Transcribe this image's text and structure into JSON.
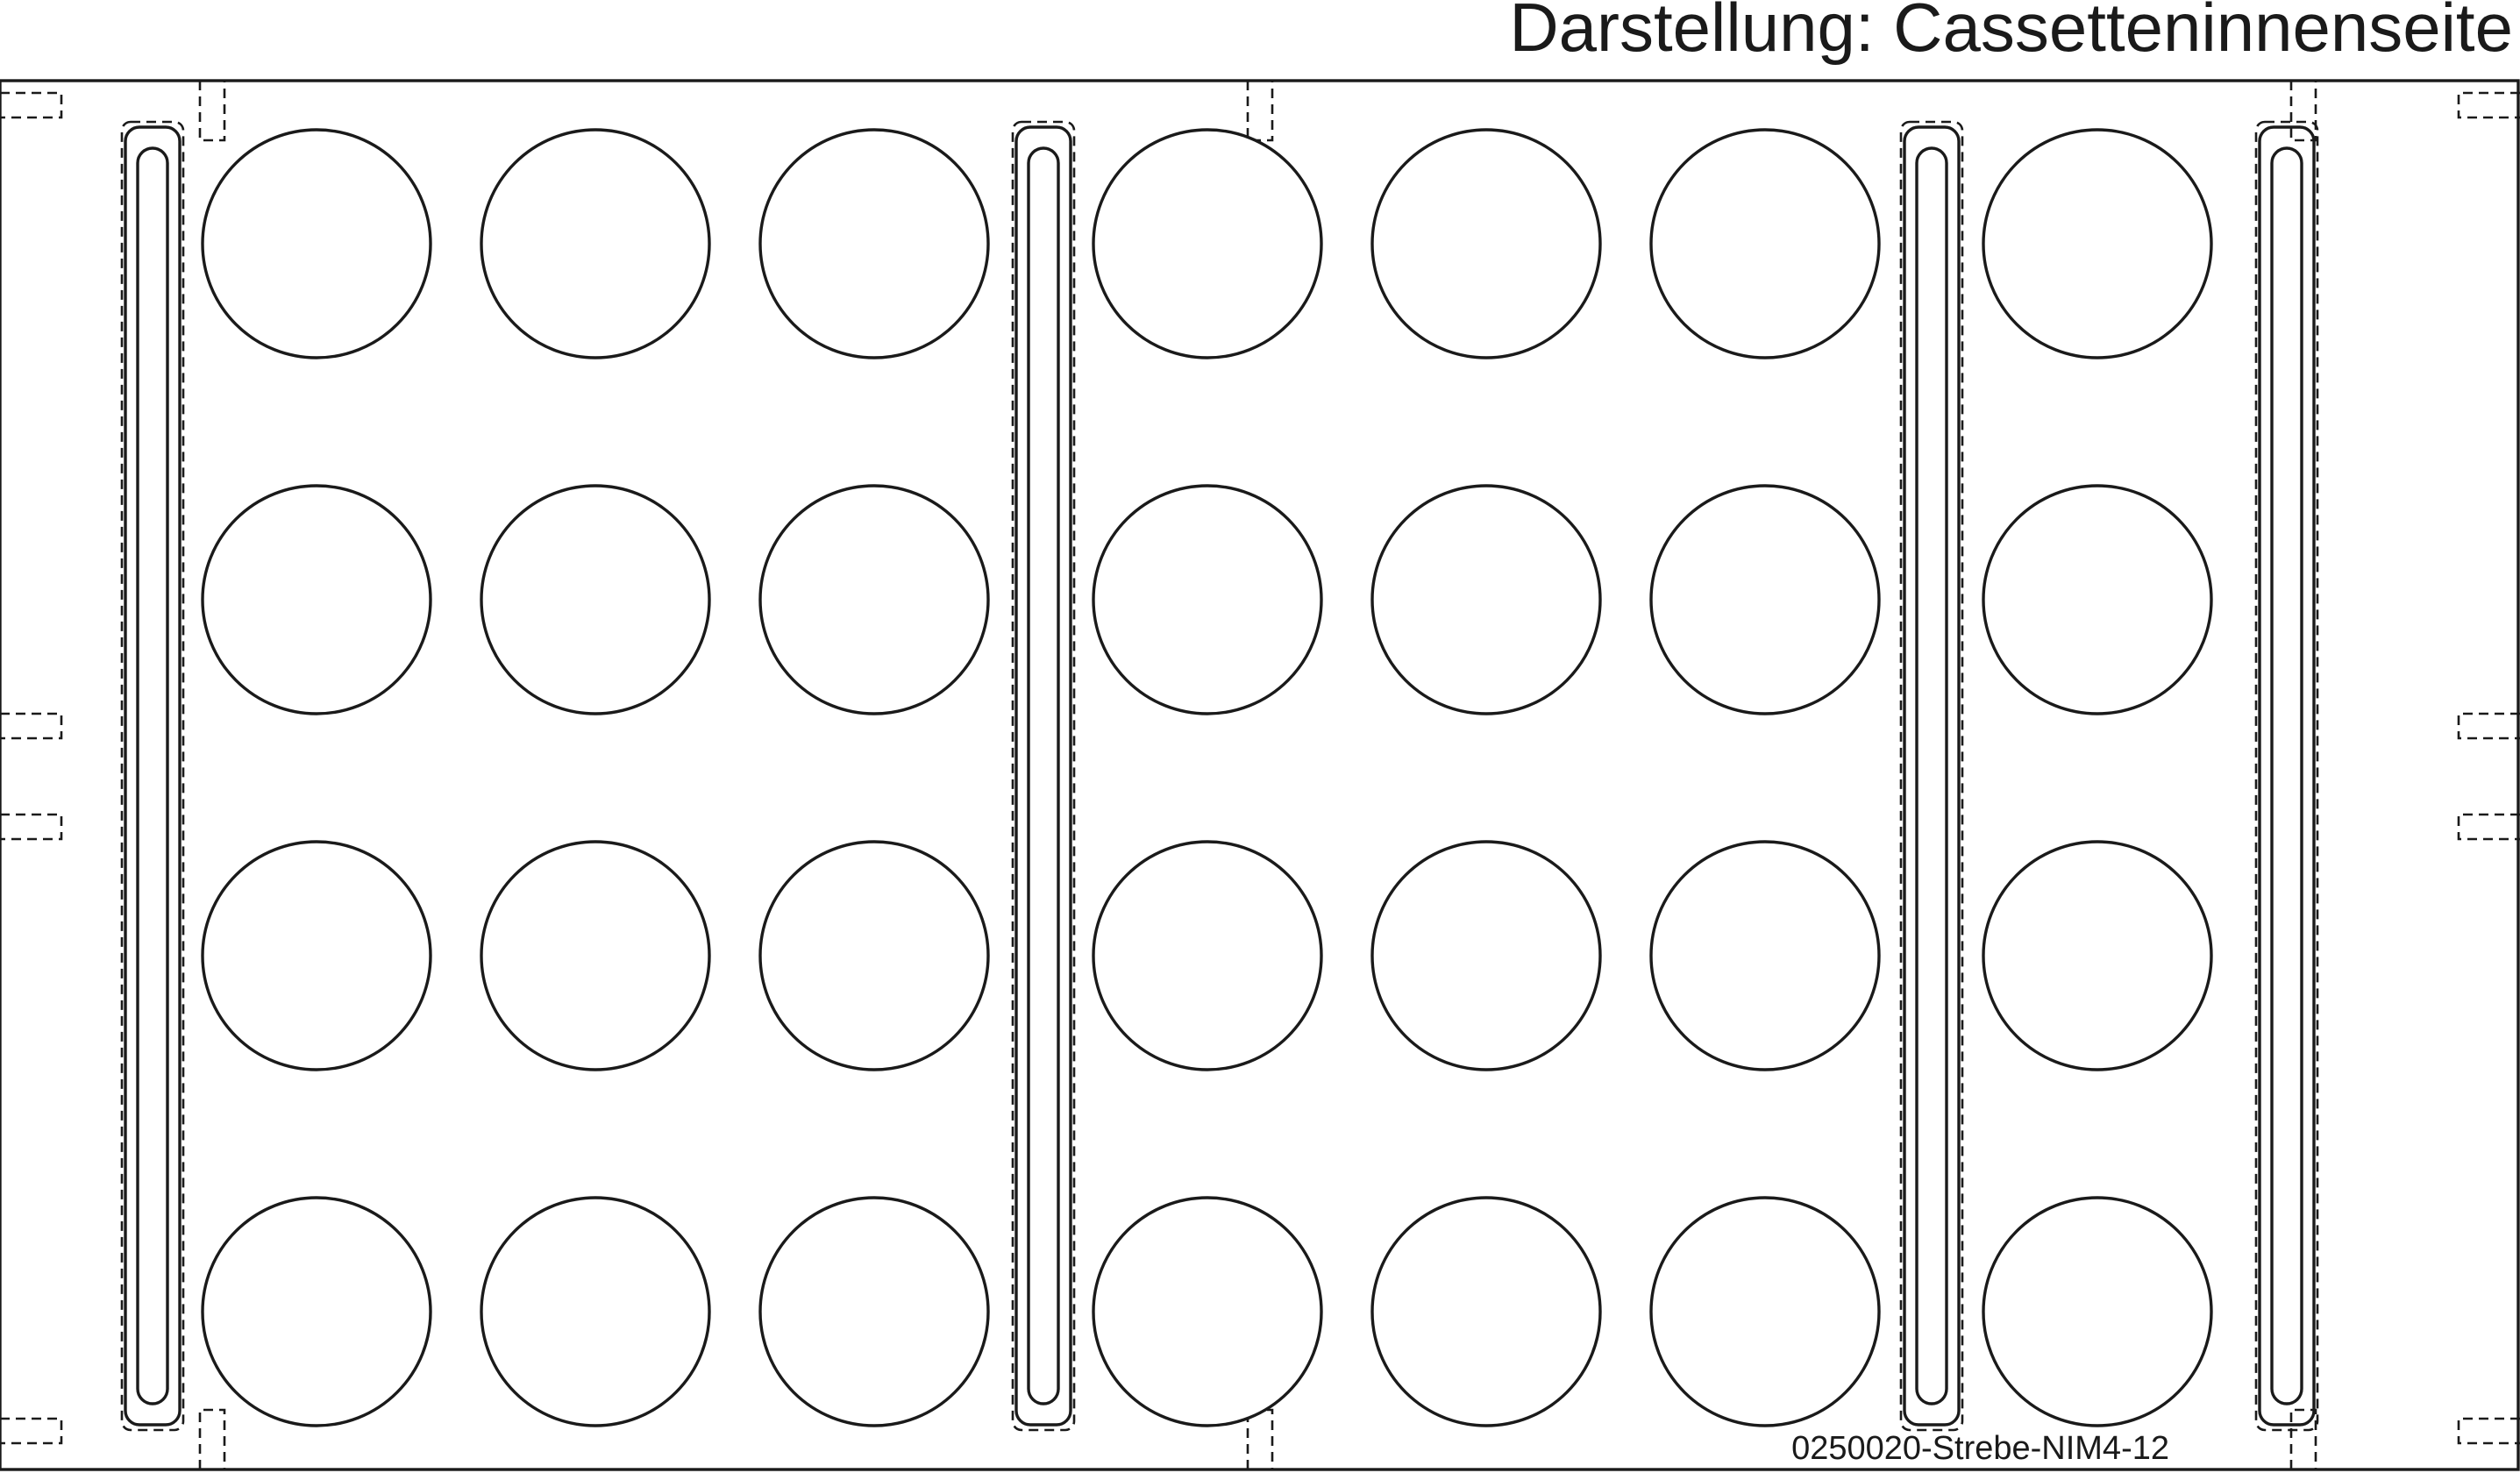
{
  "header": {
    "title": "Darstellung: Cassetteninnenseite"
  },
  "footer": {
    "part_number": "0250020-Strebe-NIM4-12"
  },
  "grid": {
    "rows": 4,
    "columns": 7,
    "total_compartments": 28
  },
  "struts": {
    "count": 4
  },
  "colors": {
    "line": "#1a1a1a",
    "background": "#ffffff"
  }
}
